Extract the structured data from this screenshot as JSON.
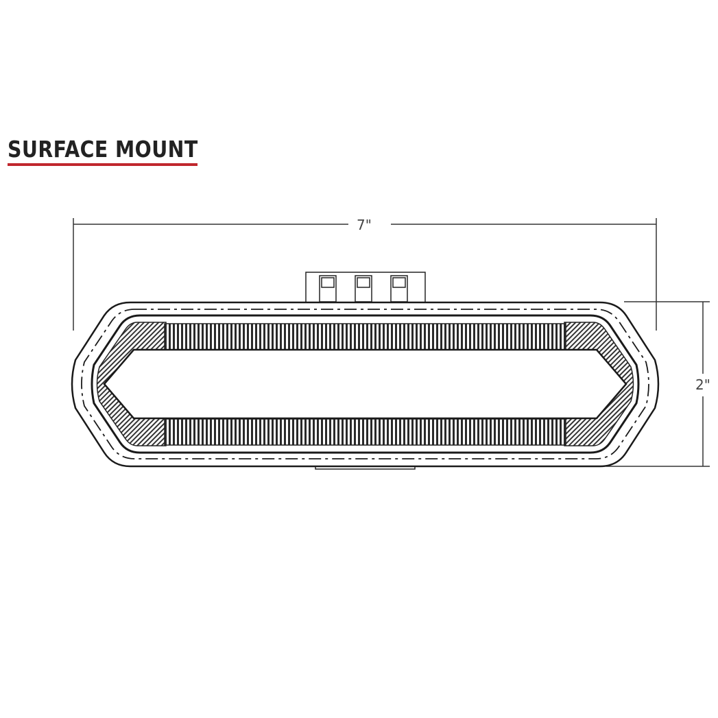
{
  "title": "SURFACE MOUNT",
  "dimensions": {
    "width_label": "7\"",
    "height_label": "2\""
  },
  "colors": {
    "accent": "#c0272d",
    "line": "#1a1a1a",
    "background": "#ffffff"
  },
  "icons": {
    "connector": "connector-icon"
  }
}
